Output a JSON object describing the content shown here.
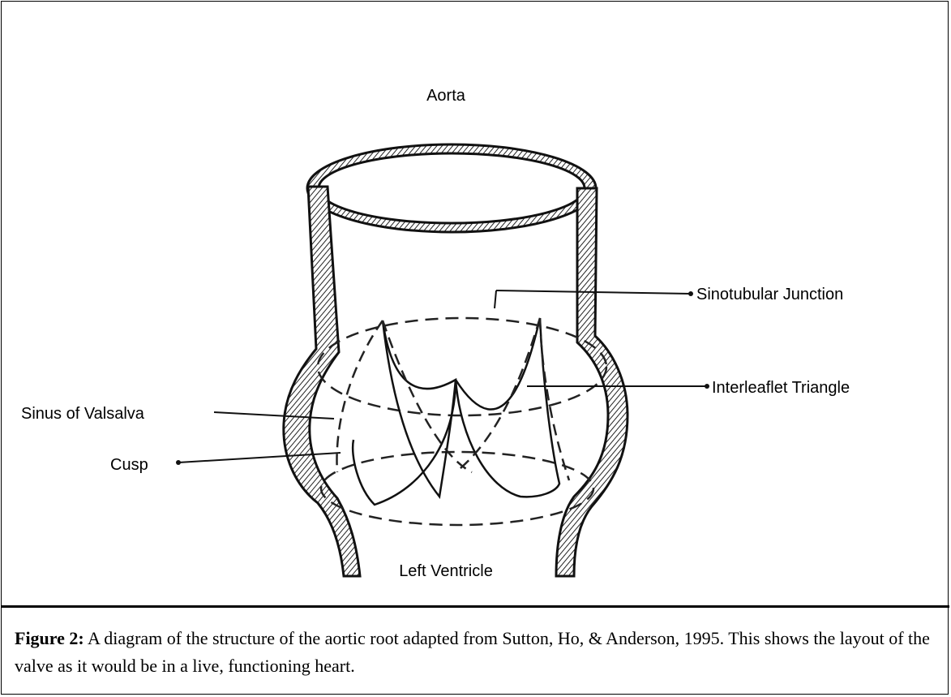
{
  "labels": {
    "aorta": "Aorta",
    "sinotubular": "Sinotubular Junction",
    "interleaflet": "Interleaflet Triangle",
    "sinus": "Sinus of Valsalva",
    "cusp": "Cusp",
    "ventricle": "Left Ventricle"
  },
  "caption": {
    "figure": "Figure 2:",
    "text": " A diagram of the structure of the aortic root adapted from Sutton, Ho, & Anderson, 1995. This shows the layout of the valve as it would be in a live, functioning heart."
  }
}
